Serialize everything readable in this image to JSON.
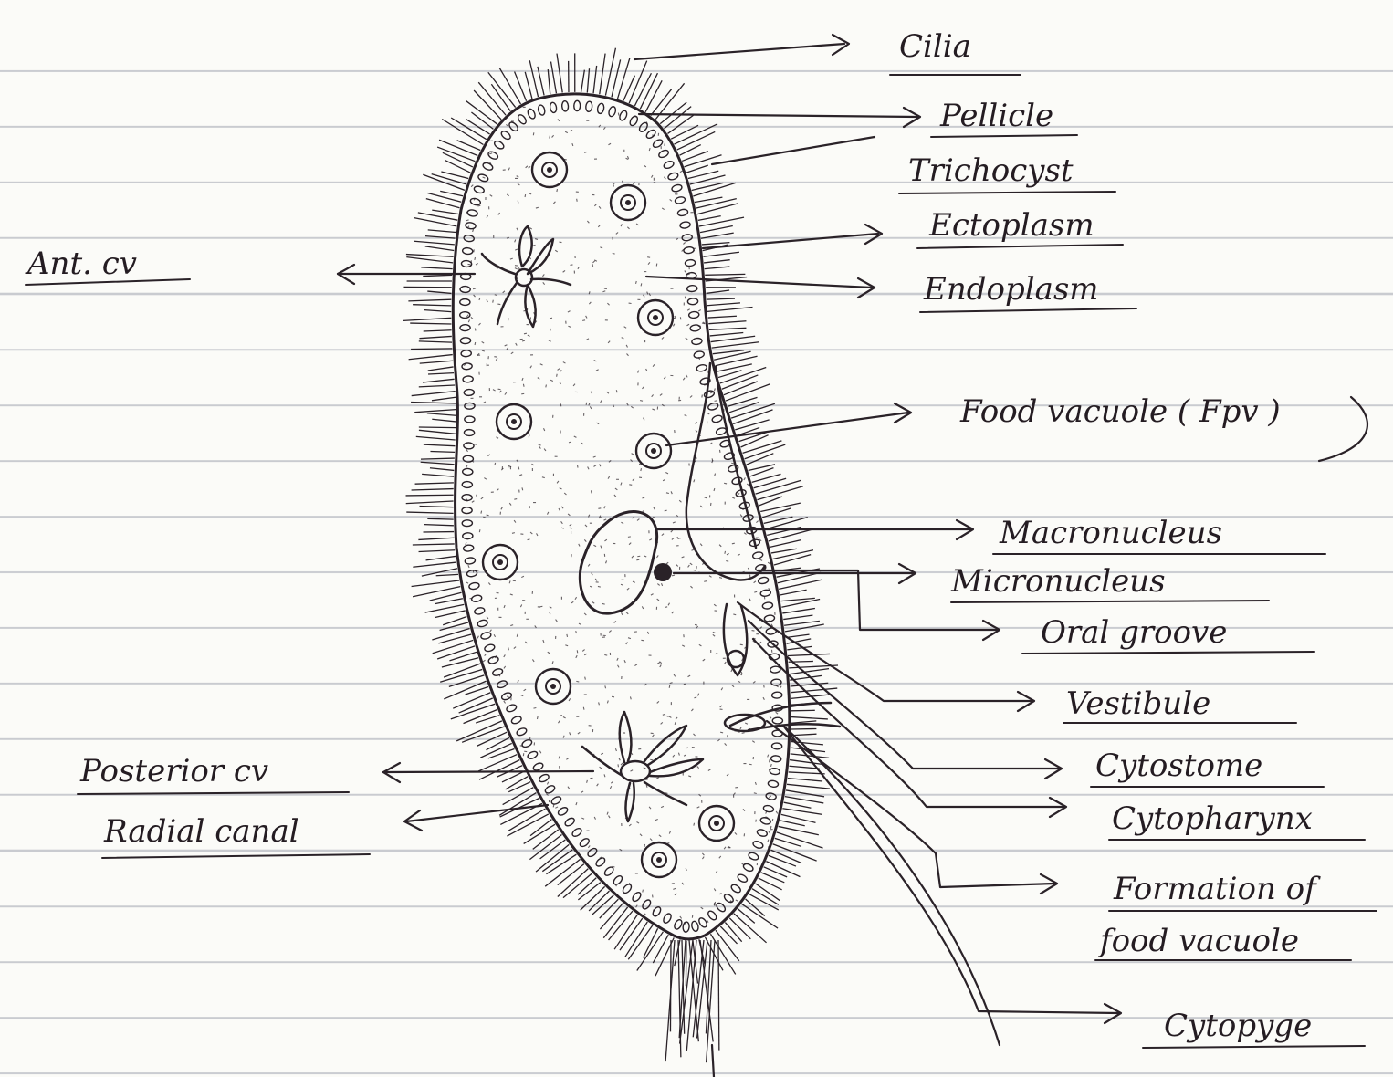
{
  "labels": {
    "cilia": "Cilia",
    "pellicle": "Pellicle",
    "trichocyst": "Trichocyst",
    "ectoplasm": "Ectoplasm",
    "endoplasm": "Endoplasm",
    "food_vacuole": "Food vacuole ( Fpv )",
    "macronucleus": "Macronucleus",
    "micronucleus": "Micronucleus",
    "oral_groove": "Oral groove",
    "vestibule": "Vestibule",
    "cytostome": "Cytostome",
    "cytopharynx": "Cytopharynx",
    "formation_line1": "Formation of",
    "formation_line2": "food vacuole",
    "cytopyge": "Cytopyge",
    "ant_cv": "Ant. cv",
    "posterior_cv": "Posterior cv",
    "radial_canal": "Radial canal"
  },
  "colors": {
    "ink": "#2a2228",
    "paper": "#fbfbf8",
    "ruled_line": "#c9cbd0"
  }
}
